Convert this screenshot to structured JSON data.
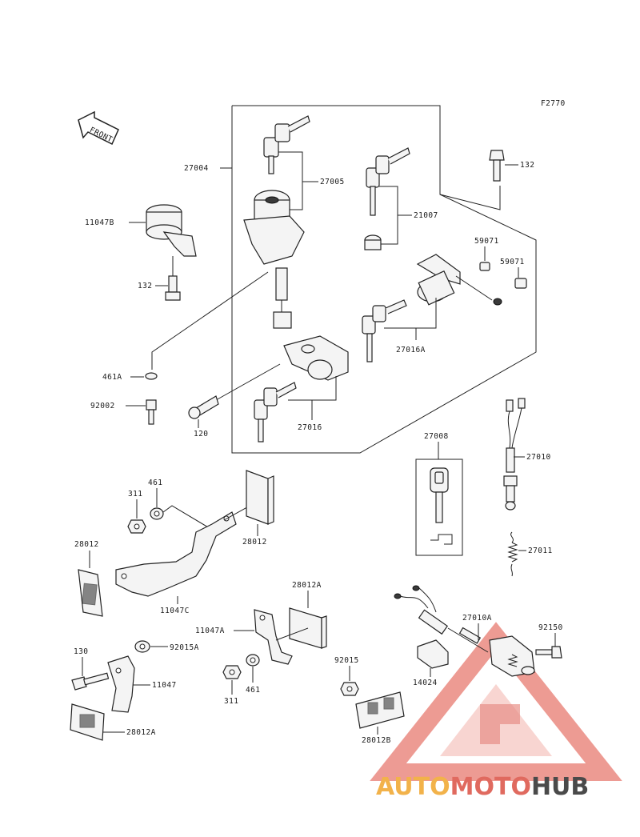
{
  "code": "F2770",
  "direction_label": "FRONT",
  "labels": {
    "l27004": "27004",
    "l27005": "27005",
    "l21007": "21007",
    "l132a": "132",
    "l11047B": "11047B",
    "l132b": "132",
    "l59071a": "59071",
    "l59071b": "59071",
    "l27016A": "27016A",
    "l461A": "461A",
    "l92002": "92002",
    "l120": "120",
    "l27016": "27016",
    "l27008": "27008",
    "l27010": "27010",
    "l311a": "311",
    "l461a": "461",
    "l28012a": "28012",
    "l28012b": "28012",
    "l11047C": "11047C",
    "l27011": "27011",
    "l28012A1": "28012A",
    "l27010A": "27010A",
    "l11047A": "11047A",
    "l92150": "92150",
    "l130": "130",
    "l92015A": "92015A",
    "l11047": "11047",
    "l92015": "92015",
    "l14024": "14024",
    "l311b": "311",
    "l461b": "461",
    "l28012A2": "28012A",
    "l28012B": "28012B"
  },
  "watermark": {
    "part1": "AUTO",
    "part2": "MOTO",
    "part3": "HUB",
    "color_auto": "#f2b24a",
    "color_moto": "#e06a5f",
    "color_hub": "#4a4a4a"
  }
}
